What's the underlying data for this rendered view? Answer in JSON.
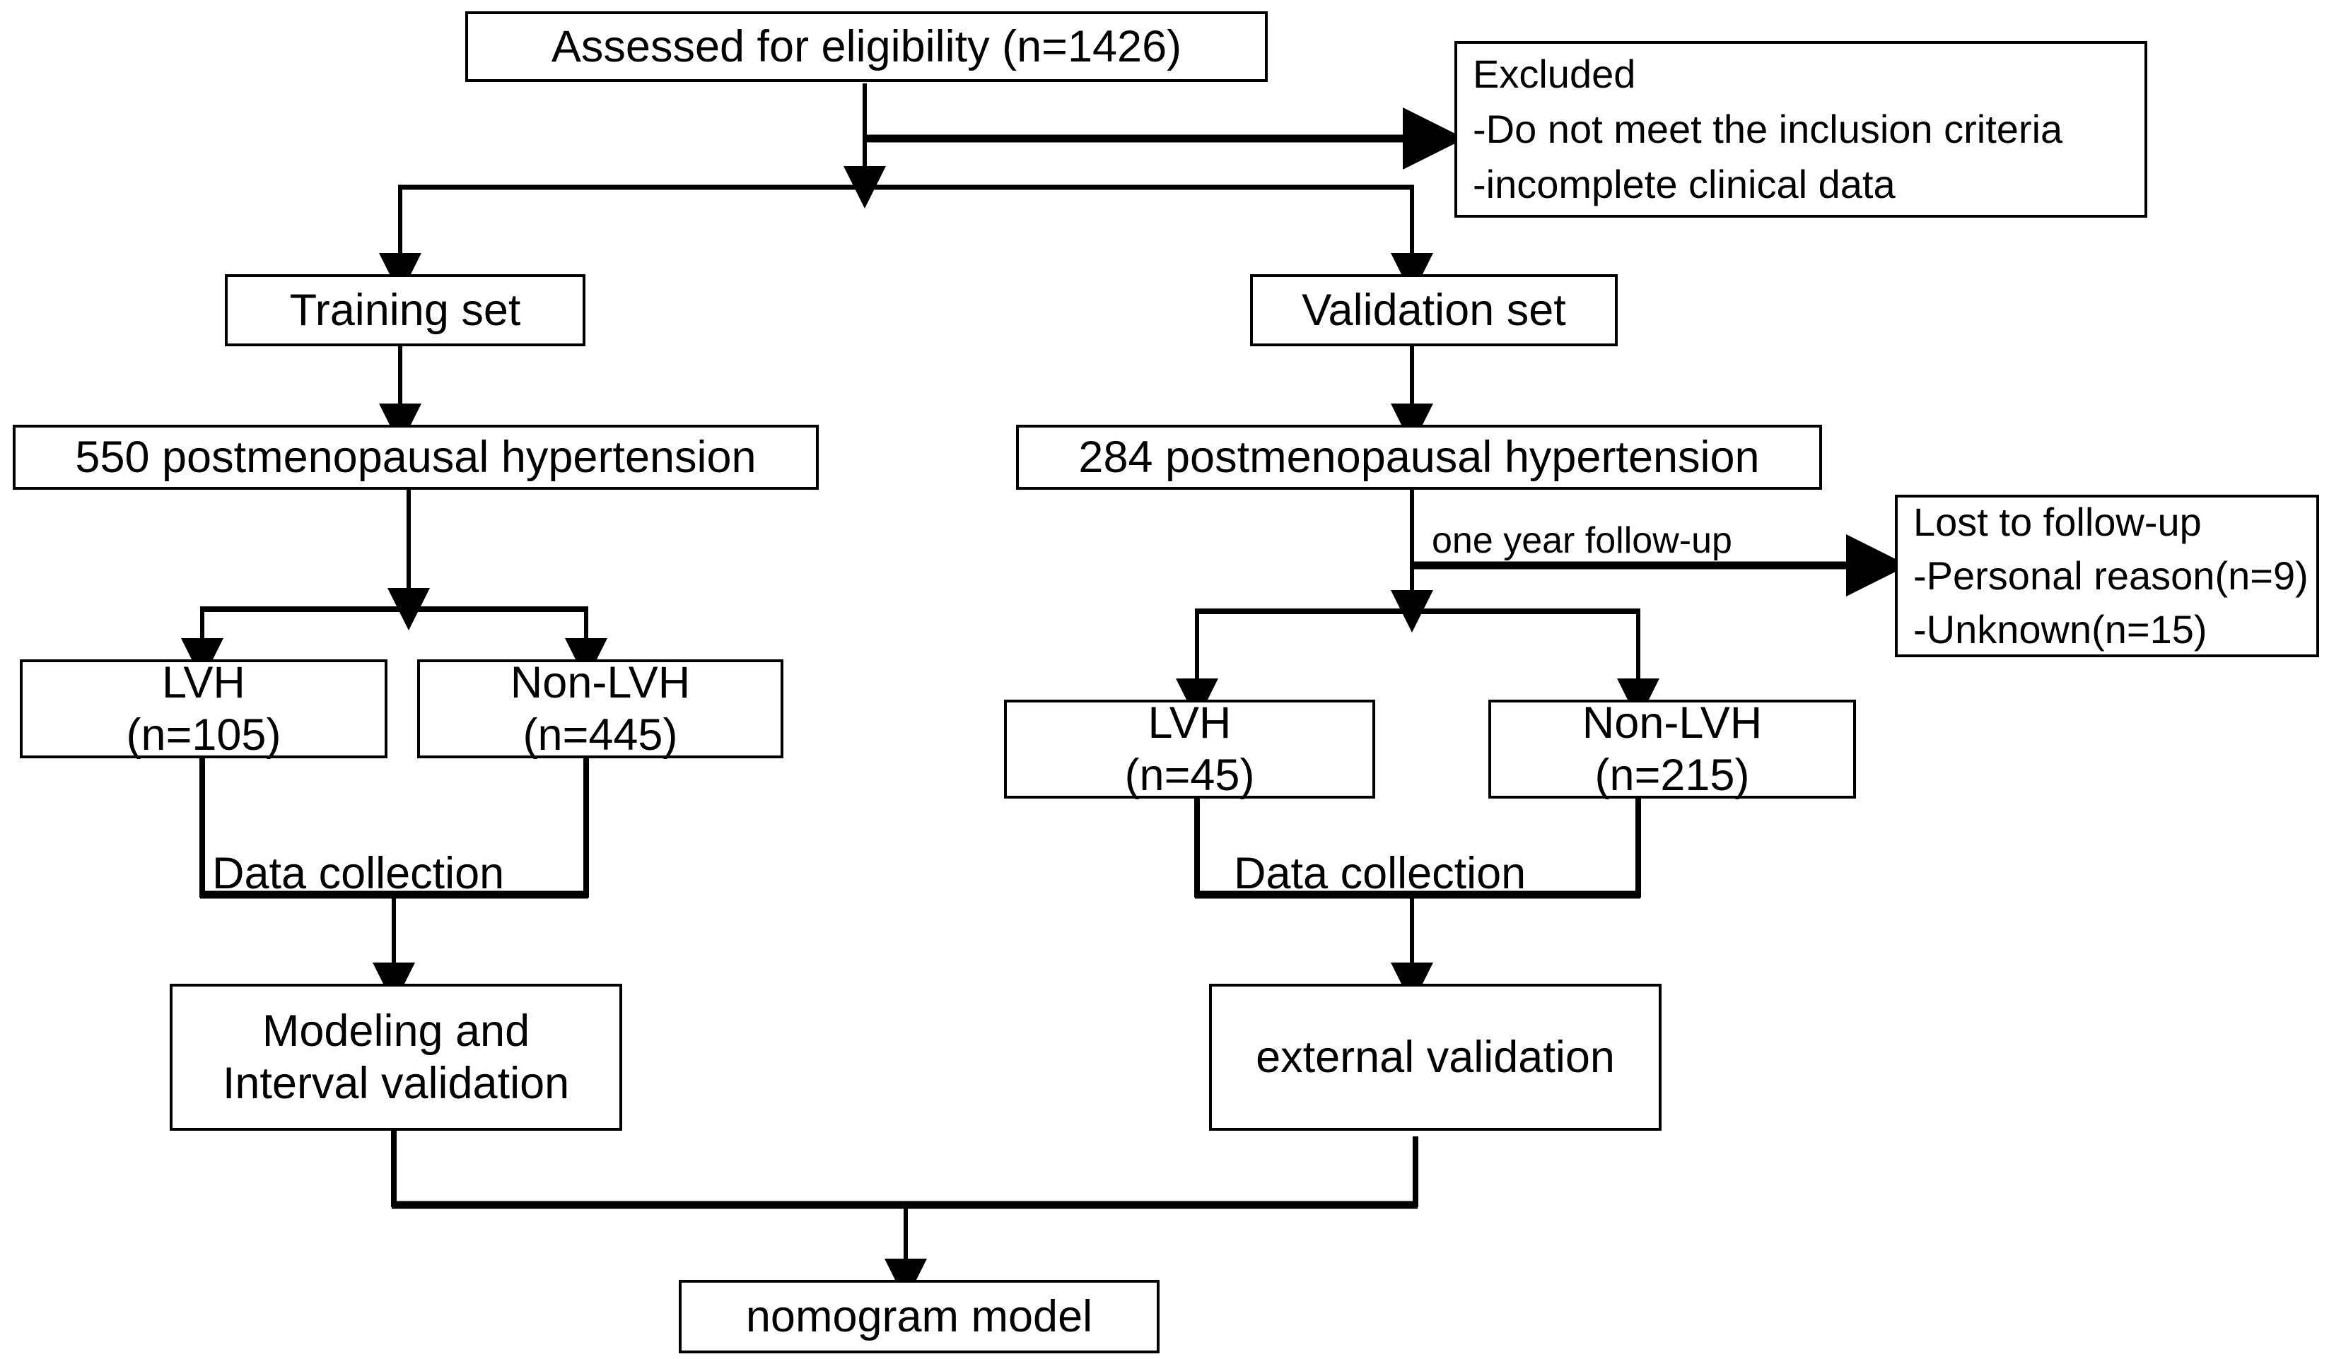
{
  "figure": {
    "type": "flowchart",
    "title": "Study participant flow diagram",
    "background_color": "#ffffff",
    "line_color": "#000000",
    "text_color": "#000000"
  },
  "nodes": {
    "assessed": {
      "label": "Assessed for eligibility (n=1426)"
    },
    "excluded": {
      "line1": "Excluded",
      "line2": "-Do not meet the inclusion criteria",
      "line3": "-incomplete clinical data"
    },
    "training_set": {
      "label": "Training set"
    },
    "validation_set": {
      "label": "Validation set"
    },
    "training_cohort": {
      "label": "550 postmenopausal hypertension"
    },
    "validation_cohort": {
      "label": "284 postmenopausal hypertension"
    },
    "lost_followup": {
      "line1": "Lost to follow-up",
      "line2": "-Personal reason(n=9)",
      "line3": "-Unknown(n=15)"
    },
    "train_lvh": {
      "line1": "LVH",
      "line2": "(n=105)"
    },
    "train_nonlvh": {
      "line1": "Non-LVH",
      "line2": "(n=445)"
    },
    "val_lvh": {
      "line1": "LVH",
      "line2": "(n=45)"
    },
    "val_nonlvh": {
      "line1": "Non-LVH",
      "line2": "(n=215)"
    },
    "modeling": {
      "line1": "Modeling and",
      "line2": "Interval validation"
    },
    "external_validation": {
      "label": "external validation"
    },
    "nomogram": {
      "label": "nomogram model"
    }
  },
  "edge_labels": {
    "one_year_followup": "one year follow-up",
    "data_collection_left": "Data collection",
    "data_collection_right": "Data collection"
  }
}
